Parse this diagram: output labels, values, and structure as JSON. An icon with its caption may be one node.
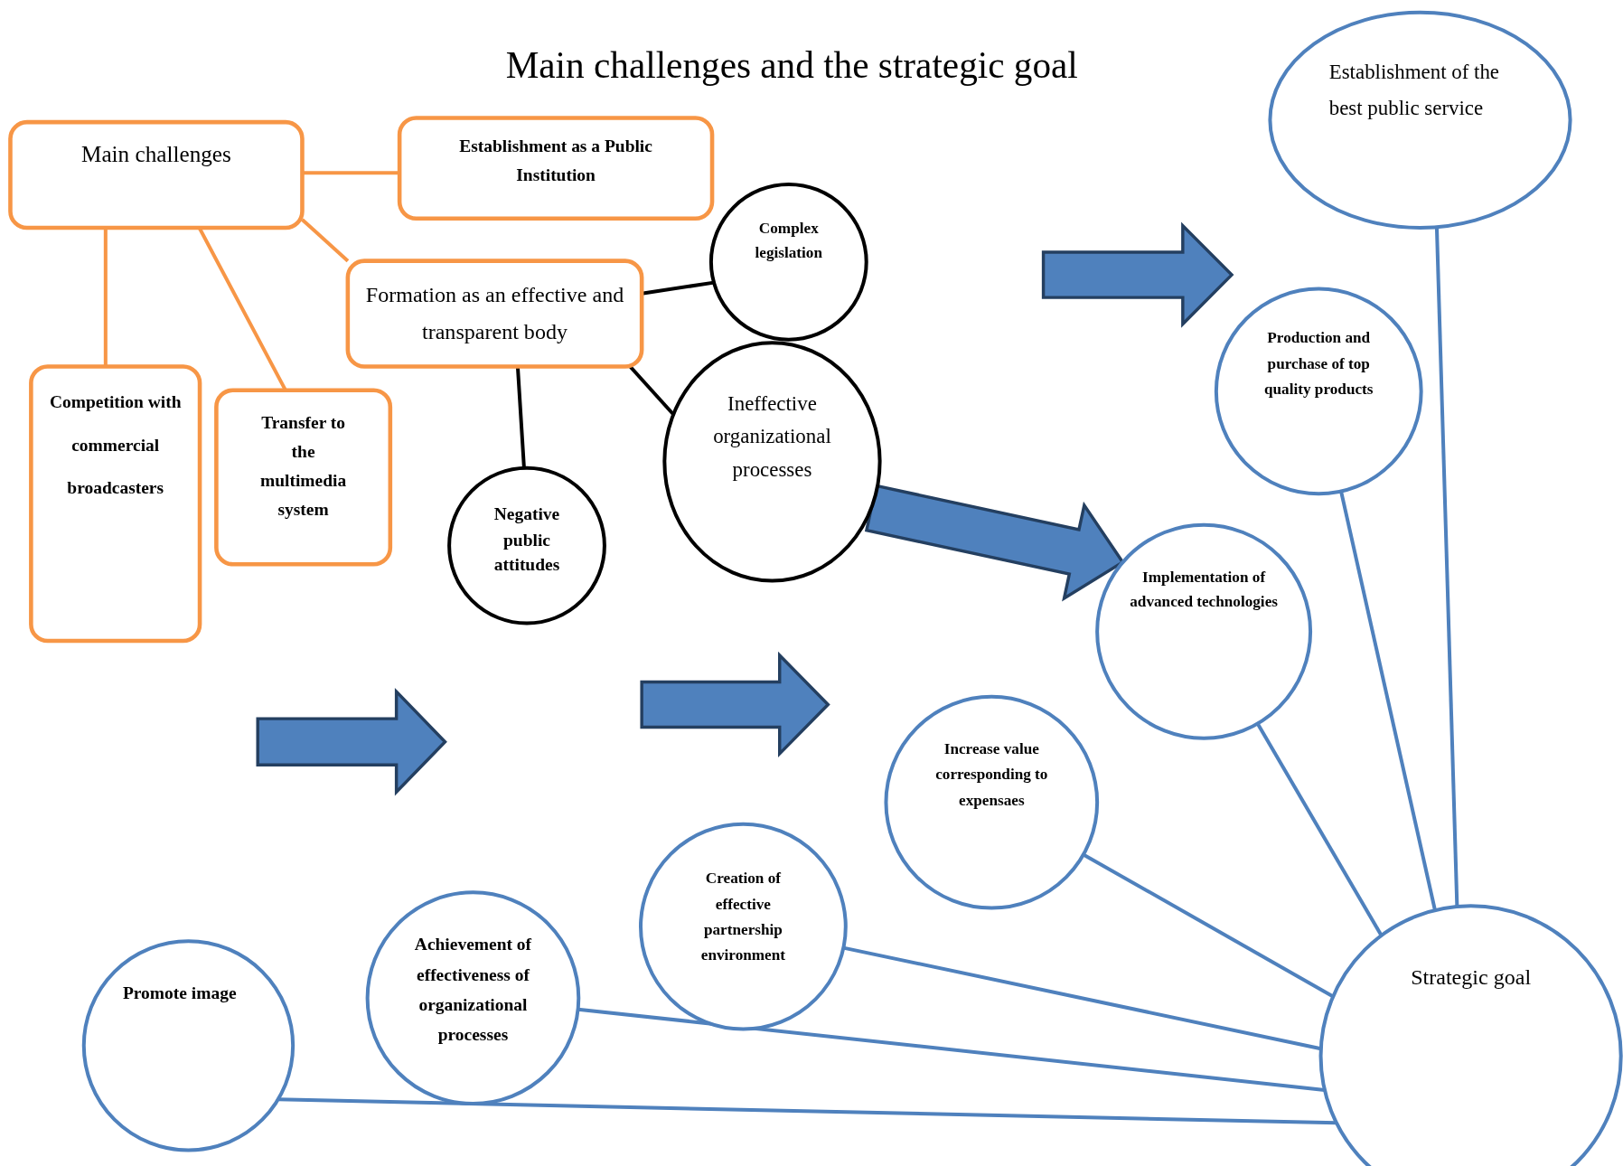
{
  "diagram": {
    "title": "Main challenges and the strategic goal",
    "nodes": [
      {
        "text": [
          "Main challenges"
        ]
      },
      {
        "text": [
          "Establishment as a Public Institution"
        ]
      },
      {
        "text": [
          "Formation as an effective and transparent body"
        ]
      },
      {
        "text": [
          "Competition with commercial broadcasters"
        ]
      },
      {
        "text": [
          "Transfer to the multimedia system"
        ]
      },
      {
        "text": [
          "Complex legislation"
        ]
      },
      {
        "text": [
          "Ineffective organizational processes"
        ]
      },
      {
        "text": [
          "Negative public attitudes"
        ]
      },
      {
        "text": [
          "Establishment of the best public service"
        ]
      },
      {
        "text": [
          "Production and purchase of top quality products"
        ]
      },
      {
        "text": [
          "Implementation of advanced technologies"
        ]
      },
      {
        "text": [
          "Increase value corresponding to expensaes"
        ]
      },
      {
        "text": [
          "Creation of effective partnership environment"
        ]
      },
      {
        "text": [
          "Achievement of effectiveness of organizational processes"
        ]
      },
      {
        "text": [
          "Promote image"
        ]
      },
      {
        "text": [
          "Strategic goal"
        ]
      }
    ],
    "edges": [
      {
        "from": 0,
        "to": 1,
        "arrow": "none",
        "color": "#f79646"
      },
      {
        "from": 0,
        "to": 2,
        "arrow": "none",
        "color": "#f79646"
      },
      {
        "from": 0,
        "to": 3,
        "arrow": "none",
        "color": "#f79646"
      },
      {
        "from": 0,
        "to": 4,
        "arrow": "none",
        "color": "#f79646"
      },
      {
        "from": 2,
        "to": 5,
        "arrow": "none",
        "color": "#000000"
      },
      {
        "from": 2,
        "to": 6,
        "arrow": "none",
        "color": "#000000"
      },
      {
        "from": 2,
        "to": 7,
        "arrow": "none",
        "color": "#000000"
      },
      {
        "from": 6,
        "to": 10,
        "arrow": "to",
        "style": "thick"
      },
      {
        "from": 8,
        "to": 15,
        "arrow": "none"
      },
      {
        "from": 9,
        "to": 15,
        "arrow": "none"
      },
      {
        "from": 10,
        "to": 15,
        "arrow": "none"
      },
      {
        "from": 11,
        "to": 15,
        "arrow": "none"
      },
      {
        "from": 12,
        "to": 15,
        "arrow": "none"
      },
      {
        "from": 13,
        "to": 15,
        "arrow": "none"
      },
      {
        "from": 14,
        "to": 15,
        "arrow": "none"
      }
    ]
  }
}
